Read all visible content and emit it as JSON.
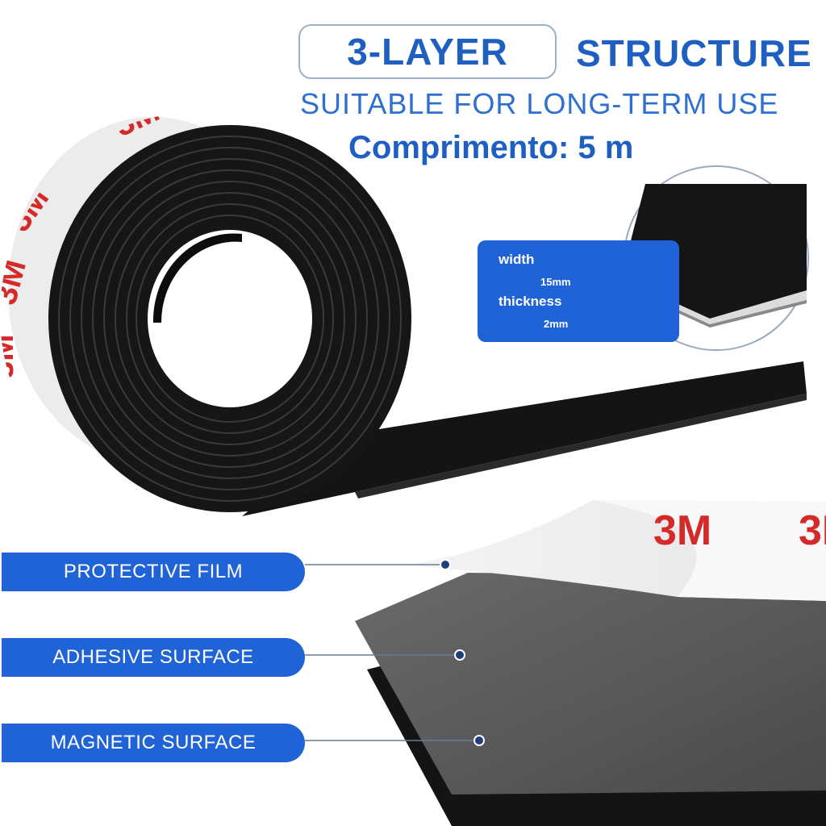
{
  "headline": {
    "boxed_text": "3-LAYER",
    "right_text": "STRUCTURE"
  },
  "subheadline": "SUITABLE FOR LONG-TERM USE",
  "length_line": "Comprimento: 5 m",
  "spec_box": {
    "width_label": "width",
    "width_value": "15mm",
    "thickness_label": "thickness",
    "thickness_value": "2mm"
  },
  "layer_labels": [
    "PROTECTIVE FILM",
    "ADHESIVE SURFACE",
    "MAGNETIC SURFACE"
  ],
  "liner_print": "3M",
  "colors": {
    "accent_blue": "#1f63d6",
    "headline_blue": "#1f5fc2",
    "logo_red": "#d42a2a",
    "magnet_black": "#141414",
    "adhesive_gray": "#5e5e5e"
  }
}
